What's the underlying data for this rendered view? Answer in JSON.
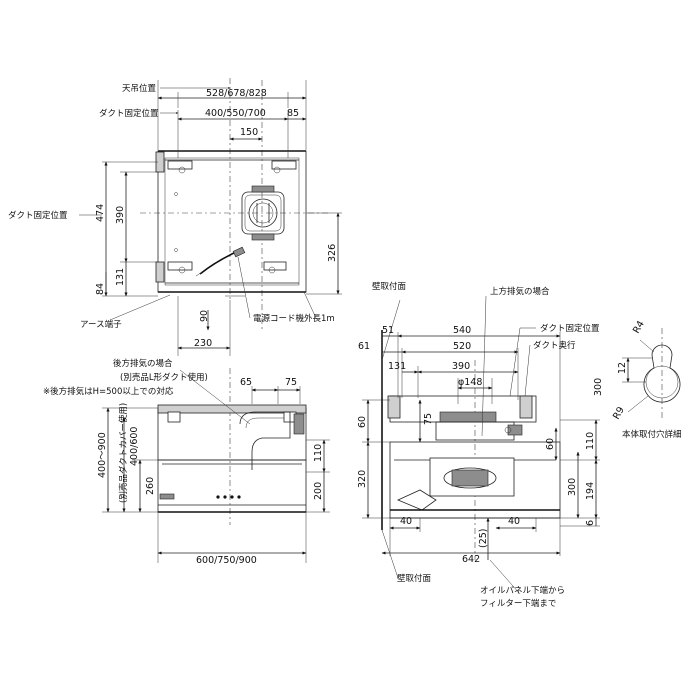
{
  "labels": {
    "ceiling_position": "天吊位置",
    "duct_fixing_position": "ダクト固定位置",
    "duct_fixing_position_left": "ダクト固定位置",
    "earth_terminal": "アース端子",
    "power_cord": "電源コード機外長1m",
    "wall_mount_top": "壁取付面",
    "wall_mount_bottom": "壁取付面",
    "rear_exhaust": "後方排気の場合",
    "rear_exhaust_sub": "(別売品L形ダクト使用)",
    "rear_exhaust_note": "※後方排気はH=500以上での対応",
    "top_exhaust": "上方排気の場合",
    "duct_fixing_position_side": "ダクト固定位置",
    "duct_depth": "ダクト奥行",
    "mount_hole_detail": "本体取付穴詳細",
    "oil_panel_1": "オイルパネル下端から",
    "oil_panel_2": "フィルター下端まで",
    "optional_duct_cover": "(別売品ダクトカバー使用)"
  },
  "dims": {
    "top_528": "528/678/828",
    "top_400": "400/550/700",
    "top_150": "150",
    "top_85": "85",
    "top_474": "474",
    "top_390": "390",
    "top_326": "326",
    "top_131": "131",
    "top_84": "84",
    "top_90": "90",
    "top_230": "230",
    "front_65": "65",
    "front_75": "75",
    "front_400_900": "400～900",
    "front_400_600": "400/600",
    "front_260": "260",
    "front_200": "200",
    "front_110": "110",
    "front_600": "600/750/900",
    "side_51": "51",
    "side_540": "540",
    "side_61": "61",
    "side_520": "520",
    "side_131": "131",
    "side_390": "390",
    "side_phi148": "φ148",
    "side_60": "60",
    "side_75": "75",
    "side_320": "320",
    "side_60b": "60",
    "side_110": "110",
    "side_300": "300",
    "side_194": "194",
    "side_6": "6",
    "side_40a": "40",
    "side_40b": "40",
    "side_642": "642",
    "side_25": "(25)",
    "hole_r4": "R4",
    "hole_12": "12",
    "hole_r9": "R9",
    "hole_300": "300"
  }
}
